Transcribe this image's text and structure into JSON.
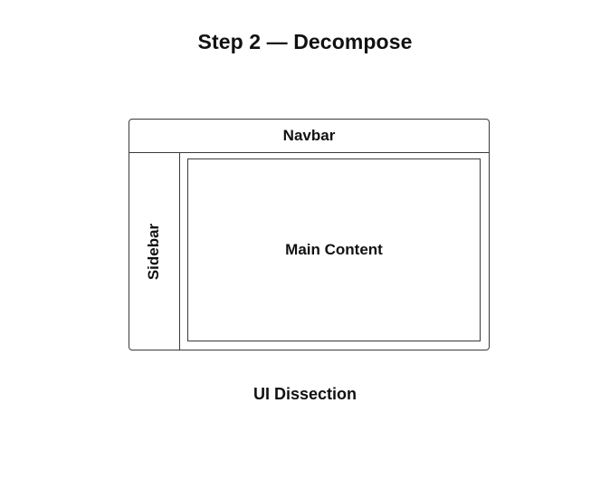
{
  "slide": {
    "title": "Step 2 — Decompose",
    "caption": "UI Dissection"
  },
  "wireframe": {
    "navbar": {
      "label": "Navbar"
    },
    "sidebar": {
      "label": "Sidebar",
      "orientation": "vertical-bottom-to-top"
    },
    "main_content": {
      "label": "Main Content"
    }
  },
  "colors": {
    "background": "#ffffff",
    "stroke": "#3a3a3a",
    "text": "#111111"
  }
}
